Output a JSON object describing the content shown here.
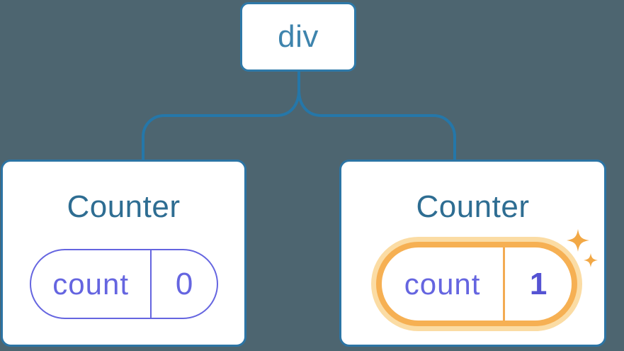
{
  "diagram": {
    "description": "Component tree with root element and two Counter components holding count state",
    "root": {
      "label": "div"
    },
    "children": [
      {
        "title": "Counter",
        "state_pill": {
          "name": "count",
          "value": "0"
        },
        "highlighted": false
      },
      {
        "title": "Counter",
        "state_pill": {
          "name": "count",
          "value": "1"
        },
        "highlighted": true
      }
    ]
  },
  "icons": {
    "sparkle_large": "sparkle-icon",
    "sparkle_small": "sparkle-icon"
  },
  "colors": {
    "background": "#4d6570",
    "connector_blue": "#2577a9",
    "node_border_blue": "#2e79a8",
    "card_border_blue": "#2c74a4",
    "root_label_blue": "#3e84ad",
    "title_blue": "#2e6d92",
    "state_purple": "#6565e0",
    "value_bold_purple": "#5553d3",
    "highlight_ring_orange": "#f6b053",
    "highlight_halo_orange": "#fbdca4",
    "divider_orange": "#f3ab52",
    "sparkle_orange": "#f2a845",
    "card_background": "#ffffff"
  }
}
